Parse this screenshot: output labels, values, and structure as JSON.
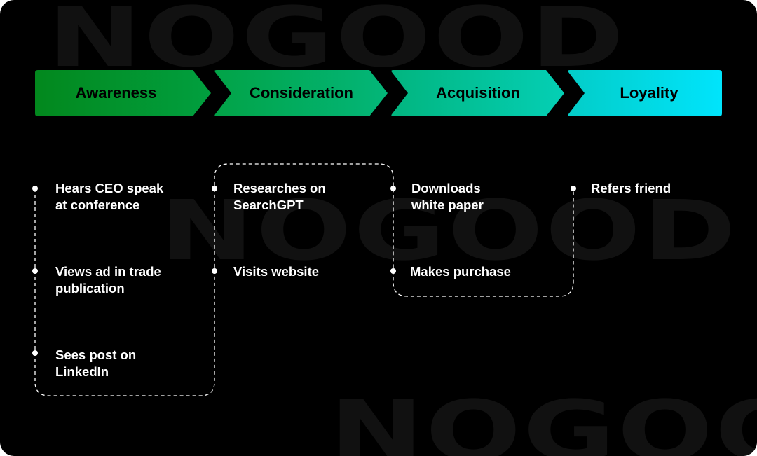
{
  "watermark": {
    "text": "NOGOOD"
  },
  "stages": [
    {
      "label": "Awareness",
      "color_start": "#02881d",
      "color_end": "#019f3f"
    },
    {
      "label": "Consideration",
      "color_start": "#02a347",
      "color_end": "#03b679"
    },
    {
      "label": "Acquisition",
      "color_start": "#02b57f",
      "color_end": "#04cfb5"
    },
    {
      "label": "Loyality",
      "color_start": "#03cdc8",
      "color_end": "#00e4fc"
    }
  ],
  "steps": {
    "awareness": [
      "Hears CEO speak at conference",
      "Views ad in trade publication",
      "Sees post on LinkedIn"
    ],
    "consideration": [
      "Researches on SearchGPT",
      "Visits website"
    ],
    "acquisition": [
      "Downloads white paper",
      "Makes purchase"
    ],
    "loyalty": [
      "Refers friend"
    ]
  },
  "steps_lines": {
    "a0": [
      "Hears CEO speak",
      "at conference"
    ],
    "a1": [
      "Views ad in trade",
      "publication"
    ],
    "a2": [
      "Sees post on",
      "LinkedIn"
    ],
    "c0": [
      "Researches on",
      "SearchGPT"
    ],
    "c1": [
      "Visits website"
    ],
    "q0": [
      "Downloads",
      "white paper"
    ],
    "q1": [
      "Makes purchase"
    ],
    "l0": [
      "Refers friend"
    ]
  }
}
